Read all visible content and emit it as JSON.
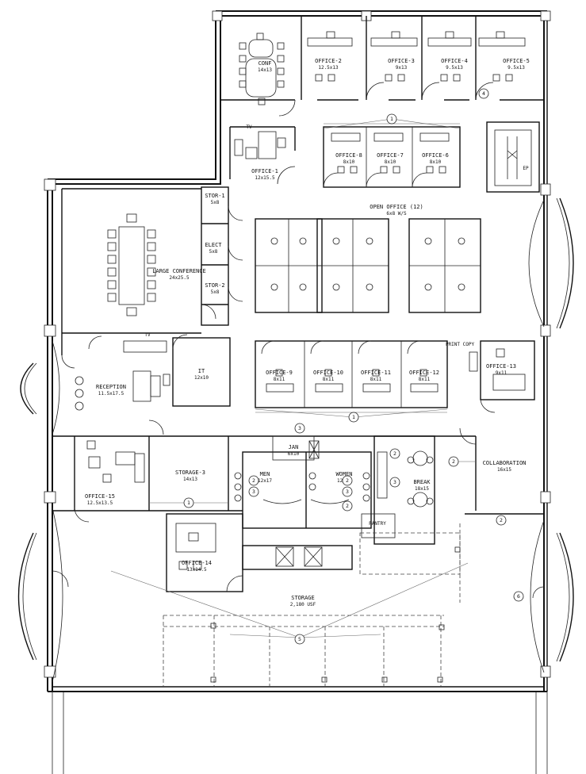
{
  "rooms": [
    {
      "id": "conf",
      "name": "CONF",
      "size": "14x13"
    },
    {
      "id": "office-2",
      "name": "OFFICE-2",
      "size": "12.5x13"
    },
    {
      "id": "office-3",
      "name": "OFFICE-3",
      "size": "9x13"
    },
    {
      "id": "office-4",
      "name": "OFFICE-4",
      "size": "9.5x13"
    },
    {
      "id": "office-5",
      "name": "OFFICE-5",
      "size": "9.5x13"
    },
    {
      "id": "office-1",
      "name": "OFFICE-1",
      "size": "12x15.5"
    },
    {
      "id": "office-8",
      "name": "OFFICE-8",
      "size": "8x10"
    },
    {
      "id": "office-7",
      "name": "OFFICE-7",
      "size": "8x10"
    },
    {
      "id": "office-6",
      "name": "OFFICE-6",
      "size": "8x10"
    },
    {
      "id": "stor-1",
      "name": "STOR-1",
      "size": "5x8"
    },
    {
      "id": "elect",
      "name": "ELECT",
      "size": "5x8"
    },
    {
      "id": "stor-2",
      "name": "STOR-2",
      "size": "5x8"
    },
    {
      "id": "large-conference",
      "name": "LARGE CONFERENCE",
      "size": "24x25.5"
    },
    {
      "id": "open-office",
      "name": "OPEN OFFICE (12)",
      "size": "6x8 W/S"
    },
    {
      "id": "it",
      "name": "IT",
      "size": "12x10"
    },
    {
      "id": "reception",
      "name": "RECEPTION",
      "size": "11.5x17.5"
    },
    {
      "id": "office-9",
      "name": "OFFICE-9",
      "size": "8x11"
    },
    {
      "id": "office-10",
      "name": "OFFICE-10",
      "size": "8x11"
    },
    {
      "id": "office-11",
      "name": "OFFICE-11",
      "size": "8x11"
    },
    {
      "id": "office-12",
      "name": "OFFICE-12",
      "size": "8x11"
    },
    {
      "id": "print-copy",
      "name": "PRINT COPY",
      "size": ""
    },
    {
      "id": "office-13",
      "name": "OFFICE-13",
      "size": "9x11"
    },
    {
      "id": "jan",
      "name": "JAN",
      "size": "6x10"
    },
    {
      "id": "storage-3",
      "name": "STORAGE-3",
      "size": "14x13"
    },
    {
      "id": "men",
      "name": "MEN",
      "size": "12x17"
    },
    {
      "id": "women",
      "name": "WOMEN",
      "size": "12x17"
    },
    {
      "id": "break",
      "name": "BREAK",
      "size": "18x15"
    },
    {
      "id": "collaboration",
      "name": "COLLABORATION",
      "size": "16x15"
    },
    {
      "id": "office-15",
      "name": "OFFICE-15",
      "size": "12.5x13.5"
    },
    {
      "id": "pantry",
      "name": "PANTRY",
      "size": ""
    },
    {
      "id": "office-14",
      "name": "OFFICE-14",
      "size": "13x14.5"
    },
    {
      "id": "storage",
      "name": "STORAGE",
      "size": "2,180 USF"
    }
  ],
  "tags": [
    "1",
    "2",
    "3",
    "4",
    "5",
    "6"
  ],
  "fixture_labels": {
    "tv": "TV",
    "ep": "EP"
  }
}
